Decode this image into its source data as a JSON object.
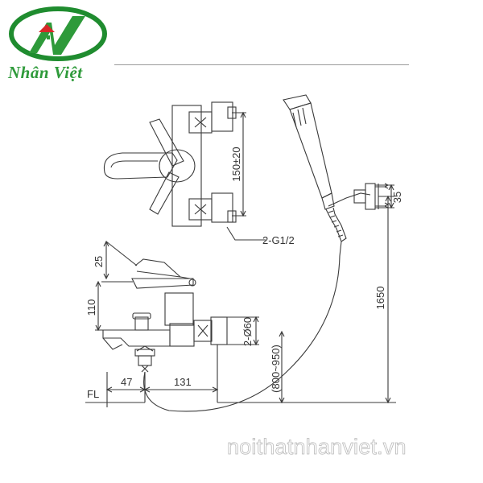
{
  "brand": {
    "logo_mark": "nv-house-logo",
    "name": "Nhân Việt",
    "website": "noithatnhanviet.vn",
    "colors": {
      "green": "#2e9a3a",
      "ring": "#1f8c2f",
      "red": "#d62828"
    }
  },
  "labels": {
    "spacing": "150±20",
    "thread": "2-G1/2",
    "handle_angle": "25",
    "body_height": "110",
    "flange": "2-Ø60",
    "install_height": "(800~950)",
    "shower_height": "1650",
    "holder_dim": "35",
    "spout_offset": "47",
    "body_width": "131",
    "floor": "FL"
  }
}
